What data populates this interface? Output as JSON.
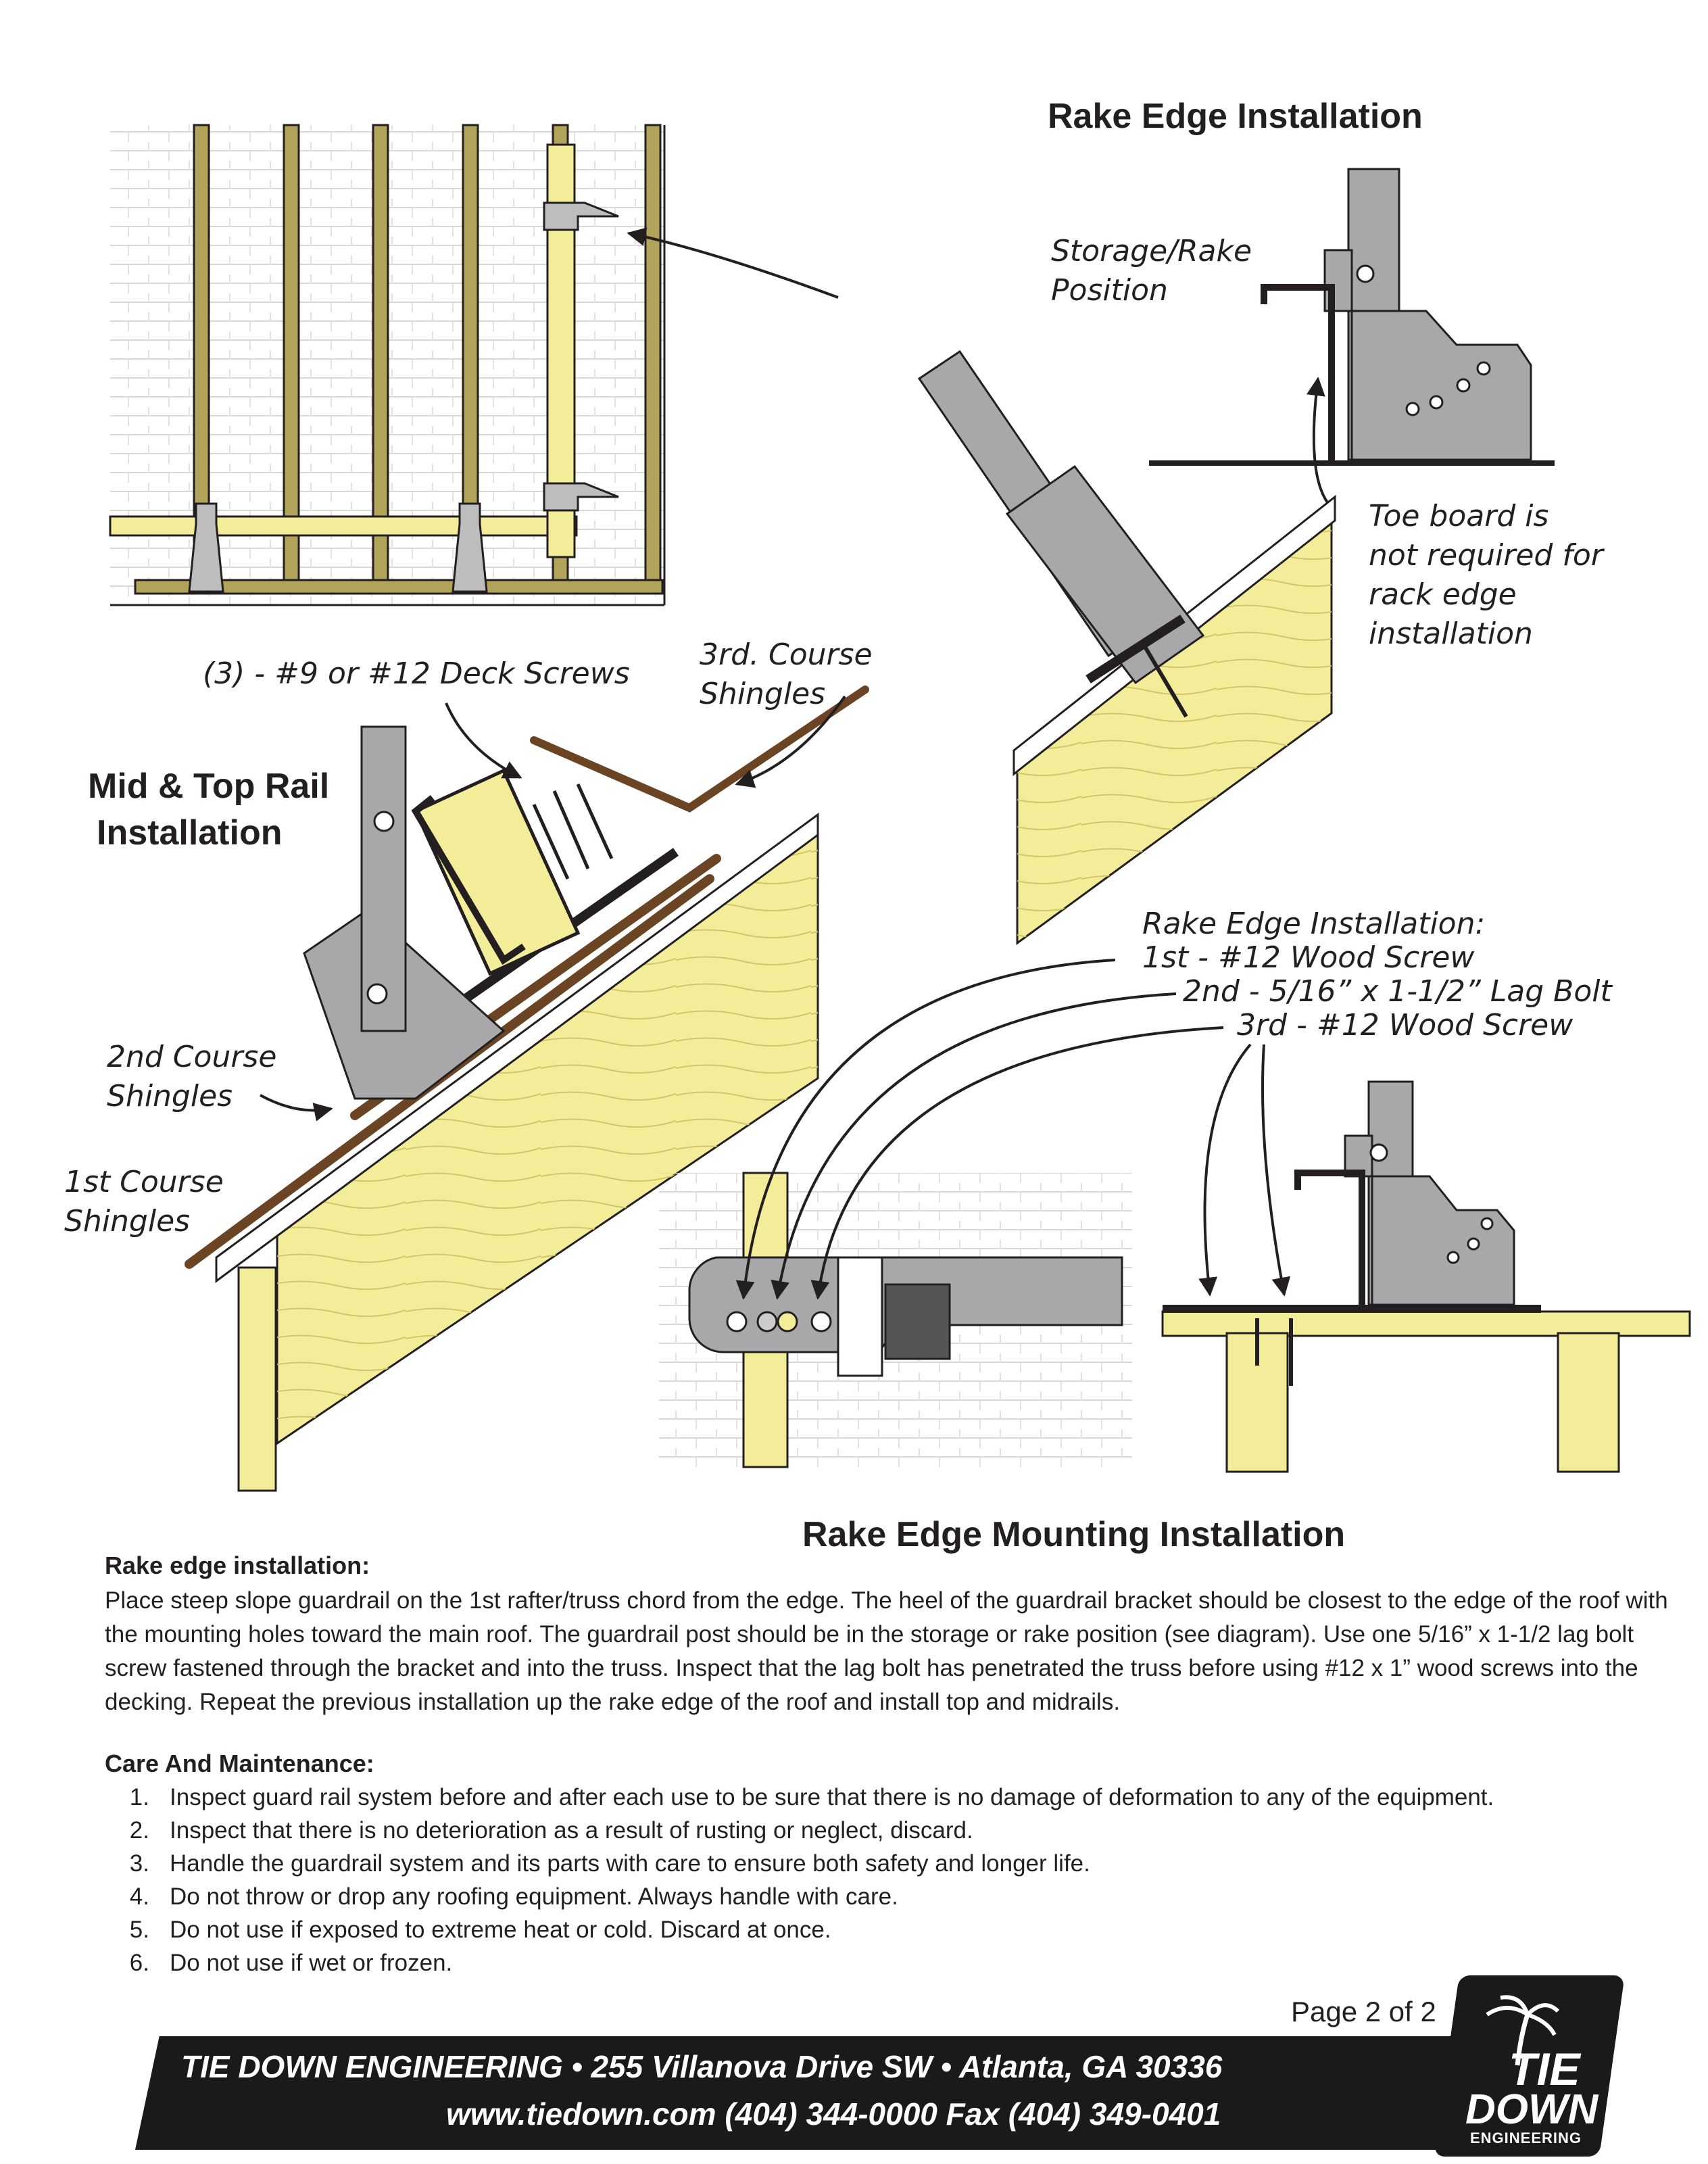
{
  "headings": {
    "rake_edge": "Rake Edge Installation",
    "mid_top_rail_line1": "Mid & Top Rail",
    "mid_top_rail_line2": "Installation",
    "rake_edge_mounting": "Rake Edge Mounting Installation"
  },
  "callouts": {
    "storage_rake": "Storage/Rake\nPosition",
    "toe_board": "Toe board is\nnot required for\nrack edge\ninstallation",
    "deck_screws": "(3) - #9 or #12 Deck Screws",
    "third_course": "3rd. Course\nShingles",
    "second_course": "2nd Course\nShingles",
    "first_course": "1st Course\nShingles",
    "rake_title": "Rake Edge Installation:",
    "rake_step1": "1st - #12 Wood Screw",
    "rake_step2": "2nd - 5/16” x 1-1/2” Lag Bolt",
    "rake_step3": "3rd - #12 Wood Screw"
  },
  "rake_section": {
    "title": "Rake edge installation:",
    "body": "Place steep slope guardrail on the 1st rafter/truss chord from the edge. The heel of the guardrail bracket should be closest to the edge of the roof with the mounting holes toward the main roof. The guardrail post should be in the storage or rake position (see diagram).  Use one 5/16” x 1-1/2 lag bolt screw fastened through the bracket and into the truss.  Inspect that the lag bolt has penetrated the truss before using #12 x 1” wood screws into the decking. Repeat the previous installation up the rake edge of the roof and install top and midrails."
  },
  "care_section": {
    "title": "Care And Maintenance:",
    "items": [
      {
        "num": "1.",
        "text": "Inspect guard rail system before and after each use to be sure that there is no damage of deformation to any of the equipment."
      },
      {
        "num": "2.",
        "text": "Inspect that there is no deterioration as a result of rusting or neglect, discard."
      },
      {
        "num": "3.",
        "text": "Handle the guardrail system and its parts with care to ensure both safety and longer life."
      },
      {
        "num": "4.",
        "text": "Do not throw or drop any roofing equipment. Always handle with care."
      },
      {
        "num": "5.",
        "text": "Do not use if exposed to extreme heat or cold. Discard at once."
      },
      {
        "num": "6.",
        "text": "Do not use if wet or frozen."
      }
    ]
  },
  "page_number": "Page 2 of 2",
  "footer": {
    "line1": "TIE DOWN ENGINEERING • 255 Villanova Drive SW • Atlanta, GA 30336",
    "line2": "www.tiedown.com  (404) 344-0000  Fax (404) 349-0401"
  },
  "logo": {
    "line1": "TIE",
    "line2": "DOWN",
    "line3": "ENGINEERING"
  },
  "colors": {
    "wood": "#f3ed9a",
    "stud": "#b1a35a",
    "steel": "#a8a8aa",
    "shingle": "#6b4423",
    "ink": "#231f20"
  }
}
